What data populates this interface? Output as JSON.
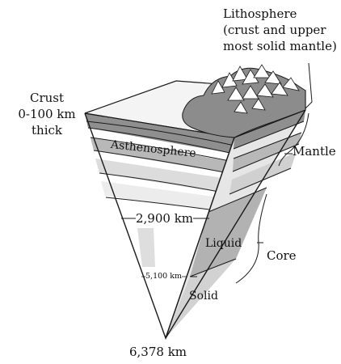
{
  "diagram": {
    "labels": {
      "lithosphere_line1": "Lithosphere",
      "lithosphere_line2": "(crust and upper",
      "lithosphere_line3": "most solid mantle)",
      "crust_line1": "Crust",
      "crust_line2": "0-100 km",
      "crust_line3": "thick",
      "asthenosphere": "Asthenosphere",
      "mantle": "Mantle",
      "depth_2900": "2,900 km",
      "liquid": "Liquid",
      "core": "Core",
      "depth_5100": "5,100 km",
      "solid": "Solid",
      "depth_6378": "6,378 km"
    },
    "colors": {
      "outline": "#1a1a1a",
      "crust_top": "#f3f3f3",
      "lithosphere_dark": "#8c8c8c",
      "asthenosphere": "#b9b9b9",
      "mantle_light": "#ececec",
      "right_face_mid": "#cfcfcf",
      "right_face_dark": "#a8a8a8",
      "mountain_mass": "#8a8a8a"
    }
  }
}
